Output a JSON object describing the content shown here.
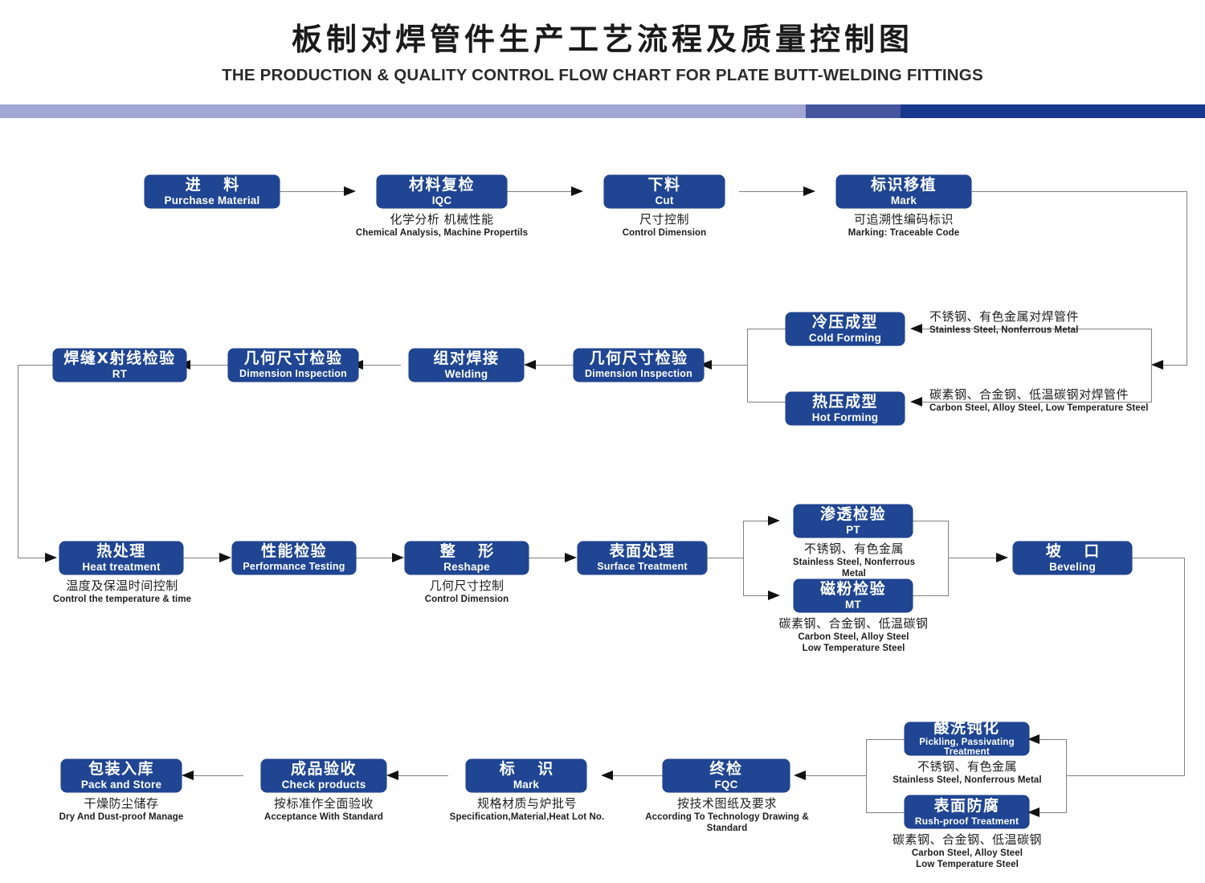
{
  "header": {
    "title_cn": "板制对焊管件生产工艺流程及质量控制图",
    "title_en": "THE PRODUCTION & QUALITY CONTROL FLOW CHART FOR PLATE BUTT-WELDING FITTINGS"
  },
  "colors": {
    "box_fill": "#1f4593",
    "box_text": "#ffffff",
    "rule_light": "#a2a6d2",
    "rule_mid": "#45569f",
    "rule_dark": "#17388c",
    "connector": "#808080",
    "arrow": "#111111",
    "caption_text": "#1d1d1d"
  },
  "nodes": {
    "purchase": {
      "cn": "进  料",
      "en": "Purchase Material"
    },
    "iqc": {
      "cn": "材料复检",
      "en": "IQC"
    },
    "cut": {
      "cn": "下料",
      "en": "Cut"
    },
    "mark_move": {
      "cn": "标识移植",
      "en": "Mark"
    },
    "cold": {
      "cn": "冷压成型",
      "en": "Cold Forming"
    },
    "hot": {
      "cn": "热压成型",
      "en": "Hot Forming"
    },
    "dim2": {
      "cn": "几何尺寸检验",
      "en": "Dimension Inspection"
    },
    "welding": {
      "cn": "组对焊接",
      "en": "Welding"
    },
    "dim1": {
      "cn": "几何尺寸检验",
      "en": "Dimension Inspection"
    },
    "rt": {
      "cn": "焊缝X射线检验",
      "en": "RT"
    },
    "heat": {
      "cn": "热处理",
      "en": "Heat treatment"
    },
    "perf": {
      "cn": "性能检验",
      "en": "Performance Testing"
    },
    "reshape": {
      "cn": "整  形",
      "en": "Reshape"
    },
    "surface": {
      "cn": "表面处理",
      "en": "Surface  Treatment"
    },
    "pt": {
      "cn": "渗透检验",
      "en": "PT"
    },
    "mt": {
      "cn": "磁粉检验",
      "en": "MT"
    },
    "beveling": {
      "cn": "坡    口",
      "en": "Beveling"
    },
    "pickling": {
      "cn": "酸洗钝化",
      "en": "Pickling, Passivating  Treatment"
    },
    "rustproof": {
      "cn": "表面防腐",
      "en": "Rush-proof Treatment"
    },
    "fqc": {
      "cn": "终检",
      "en": "FQC"
    },
    "mark_bot": {
      "cn": "标  识",
      "en": "Mark"
    },
    "check": {
      "cn": "成品验收",
      "en": "Check products"
    },
    "pack": {
      "cn": "包装入库",
      "en": "Pack and Store"
    }
  },
  "captions": {
    "iqc": {
      "cn": "化学分析 机械性能",
      "en": "Chemical  Analysis,  Machine Propertils"
    },
    "cut": {
      "cn": "尺寸控制",
      "en": "Control Dimension"
    },
    "mark": {
      "cn": "可追溯性编码标识",
      "en": "Marking: Traceable  Code"
    },
    "cold": {
      "cn": "不锈钢、有色金属对焊管件",
      "en": "Stainless Steel, Nonferrous Metal"
    },
    "hot": {
      "cn": "碳素钢、合金钢、低温碳钢对焊管件",
      "en": "Carbon Steel, Alloy Steel, Low Temperature Steel"
    },
    "heat": {
      "cn": "温度及保温时间控制",
      "en": "Control the  temperature  &  time"
    },
    "reshape": {
      "cn": "几何尺寸控制",
      "en": "Control Dimension"
    },
    "pt": {
      "cn": "不锈钢、有色金属",
      "en": "Stainless Steel, Nonferrous Metal"
    },
    "mt": {
      "cn": "碳素钢、合金钢、低温碳钢",
      "en": "Carbon Steel, Alloy Steel\nLow Temperature Steel"
    },
    "mt_en1": "Carbon Steel, Alloy Steel",
    "mt_en2": "Low Temperature Steel",
    "pickling": {
      "cn": "不锈钢、有色金属",
      "en": "Stainless Steel, Nonferrous Metal"
    },
    "rust": {
      "cn": "碳素钢、合金钢、低温碳钢"
    },
    "rust_en1": "Carbon Steel, Alloy Steel",
    "rust_en2": "Low Temperature Steel",
    "fqc": {
      "cn": "按技术图纸及要求",
      "en": "According To Technology Drawing &  Standard"
    },
    "mark_bot": {
      "cn": "规格材质与炉批号",
      "en": "Specification,Material,Heat Lot No."
    },
    "check": {
      "cn": "按标准作全面验收",
      "en": "Acceptance  With  Standard"
    },
    "pack": {
      "cn": "干燥防尘储存",
      "en": "Dry  And Dust-proof  Manage"
    }
  }
}
